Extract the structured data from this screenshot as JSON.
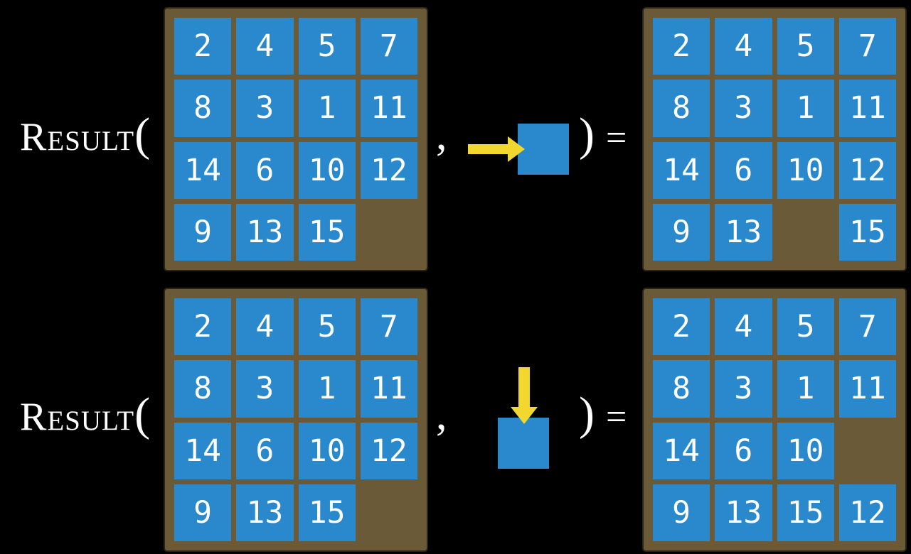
{
  "colors": {
    "background": "#000000",
    "board": "#6b5a38",
    "board_border": "#2b2414",
    "tile_blue": "#2989cc",
    "number_white": "#ffffff",
    "arrow_yellow": "#f2d72e",
    "text_white": "#ffffff"
  },
  "tokens": {
    "function_name": "Result",
    "open_paren": "(",
    "comma": ",",
    "close_paren": ")",
    "equals": "="
  },
  "examples": [
    {
      "name": "slide-right-example",
      "action_direction": "right",
      "input_grid": [
        [
          "2",
          "4",
          "5",
          "7"
        ],
        [
          "8",
          "3",
          "1",
          "11"
        ],
        [
          "14",
          "6",
          "10",
          "12"
        ],
        [
          "9",
          "13",
          "15",
          ""
        ]
      ],
      "result_grid": [
        [
          "2",
          "4",
          "5",
          "7"
        ],
        [
          "8",
          "3",
          "1",
          "11"
        ],
        [
          "14",
          "6",
          "10",
          "12"
        ],
        [
          "9",
          "13",
          "",
          "15"
        ]
      ]
    },
    {
      "name": "slide-down-example",
      "action_direction": "down",
      "input_grid": [
        [
          "2",
          "4",
          "5",
          "7"
        ],
        [
          "8",
          "3",
          "1",
          "11"
        ],
        [
          "14",
          "6",
          "10",
          "12"
        ],
        [
          "9",
          "13",
          "15",
          ""
        ]
      ],
      "result_grid": [
        [
          "2",
          "4",
          "5",
          "7"
        ],
        [
          "8",
          "3",
          "1",
          "11"
        ],
        [
          "14",
          "6",
          "10",
          ""
        ],
        [
          "9",
          "13",
          "15",
          "12"
        ]
      ]
    }
  ]
}
